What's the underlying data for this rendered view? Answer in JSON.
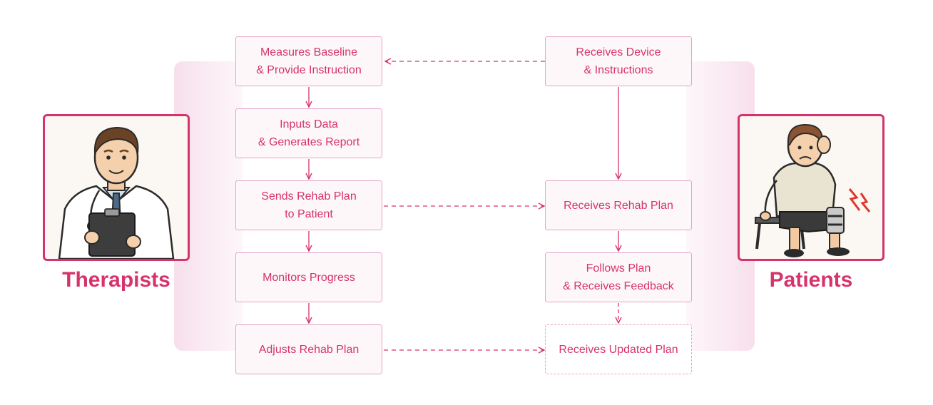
{
  "colors": {
    "accent": "#d6336c",
    "box_border": "#e6a3c6",
    "panel": "#f7dfec"
  },
  "therapists": {
    "label": "Therapists",
    "icon": "doctor-illustration",
    "steps": [
      "Measures Baseline\n& Provide Instruction",
      "Inputs Data\n& Generates Report",
      "Sends Rehab Plan\nto Patient",
      "Monitors Progress",
      "Adjusts Rehab Plan"
    ]
  },
  "patients": {
    "label": "Patients",
    "icon": "injured-patient-illustration",
    "steps": [
      "Receives Device\n& Instructions",
      "Receives Rehab Plan",
      "Follows Plan\n& Receives Feedback",
      "Receives Updated Plan"
    ]
  }
}
